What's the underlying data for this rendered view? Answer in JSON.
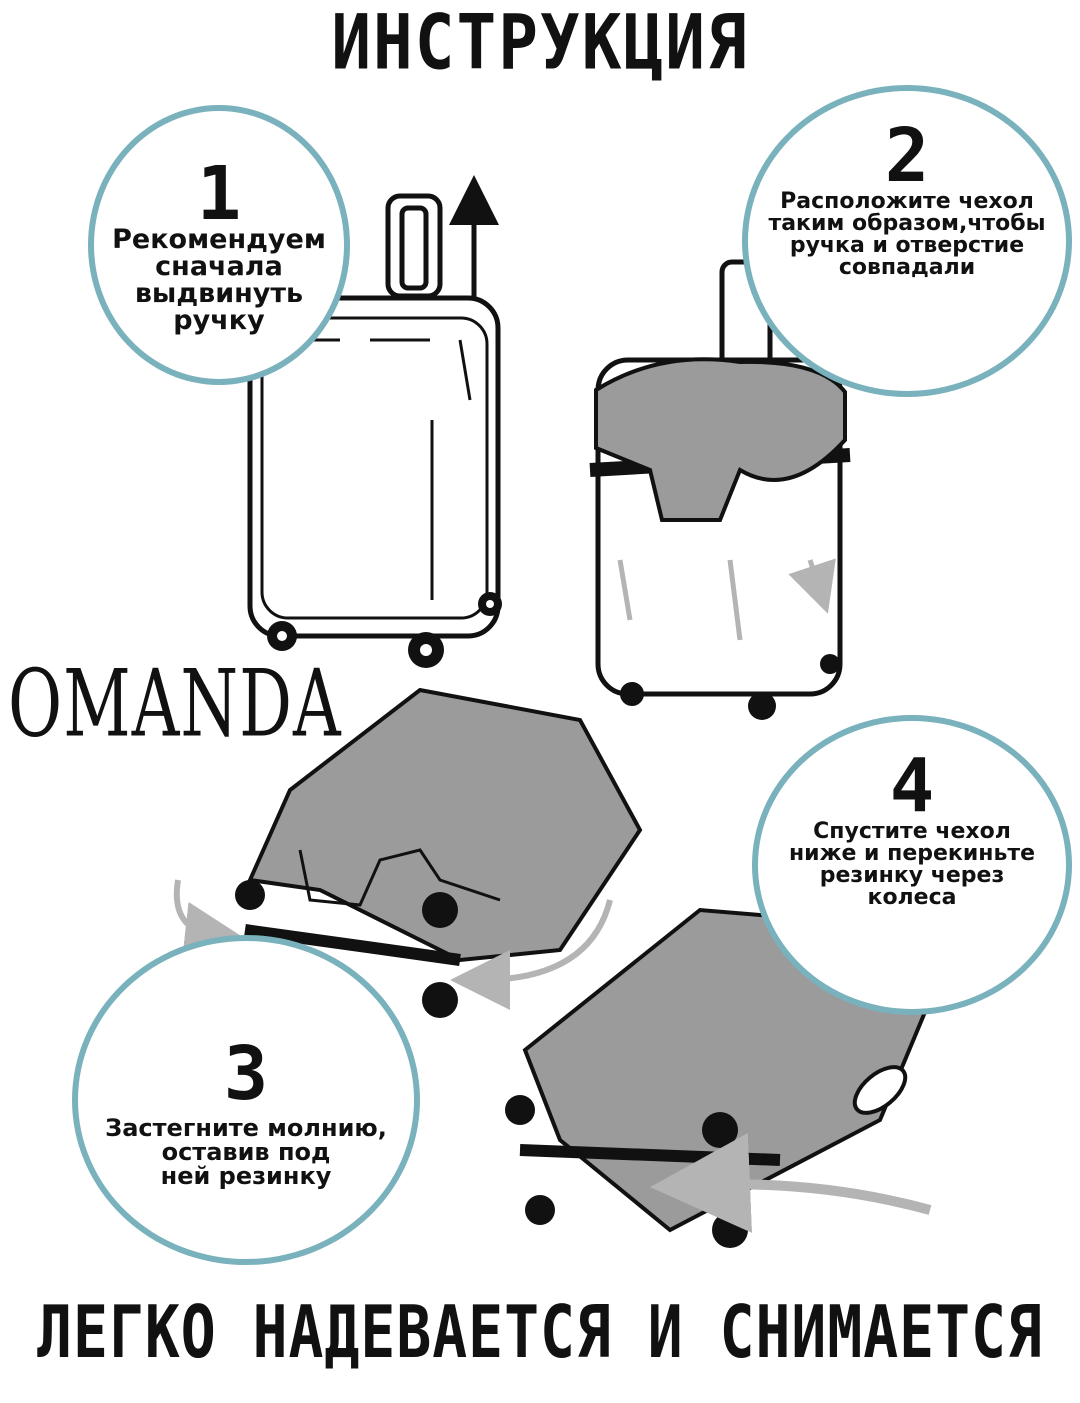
{
  "title": "ИНСТРУКЦИЯ",
  "footer": "ЛЕГКО НАДЕВАЕТСЯ И СНИМАЕТСЯ",
  "brand": "OMANDA",
  "colors": {
    "circle": "#79b1bc",
    "cover": "#9b9b9b",
    "cover_dark": "#8a8a8a",
    "arrow": "#b4b4b4"
  },
  "steps": [
    {
      "number": "1",
      "lines": [
        "Рекомендуем",
        "сначала",
        "выдвинуть",
        "ручку"
      ]
    },
    {
      "number": "2",
      "lines": [
        "Расположите чехол",
        "таким образом,чтобы",
        "ручка и отверстие",
        "совпадали"
      ]
    },
    {
      "number": "3",
      "lines": [
        "Застегните молнию,",
        "оставив под",
        "ней резинку"
      ]
    },
    {
      "number": "4",
      "lines": [
        "Спустите чехол",
        "ниже и перекиньте",
        "резинку через",
        "колеса"
      ]
    }
  ]
}
